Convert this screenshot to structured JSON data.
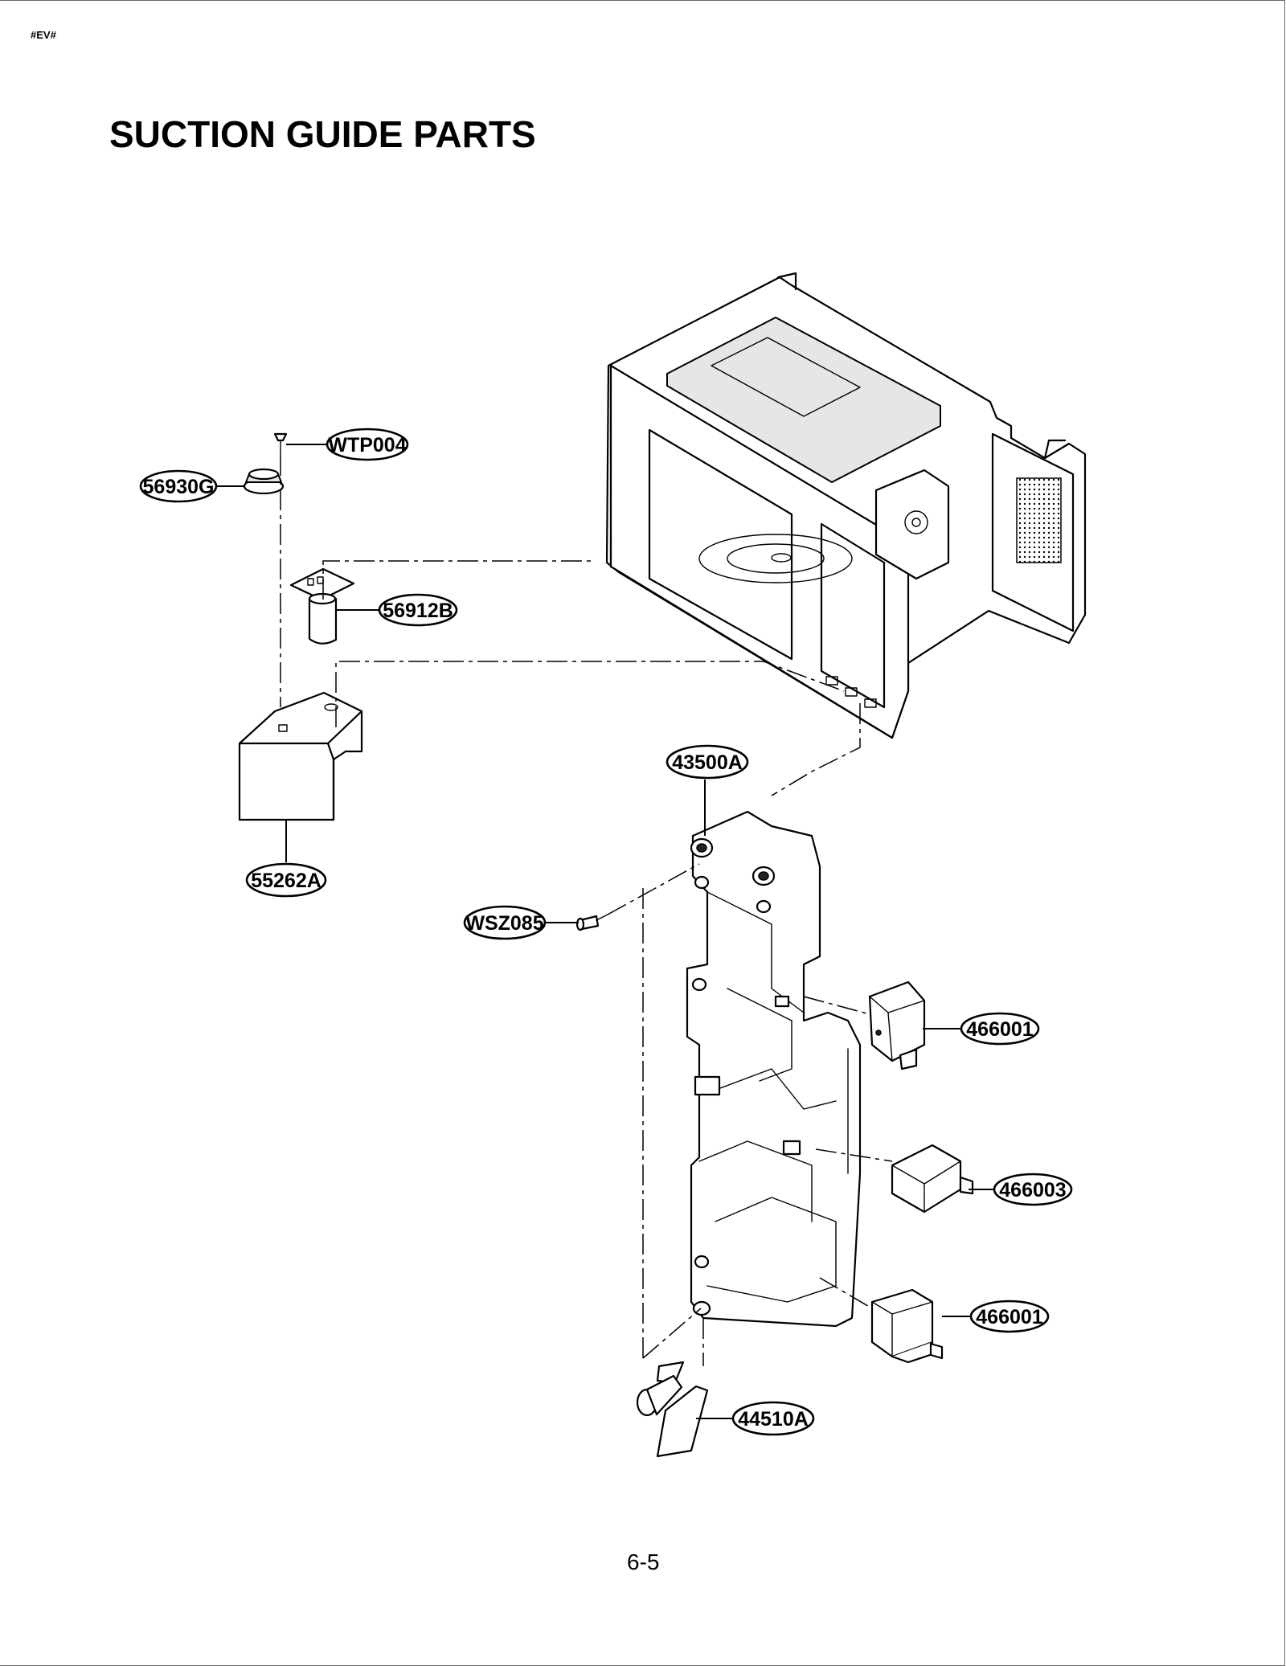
{
  "header": {
    "doc_code": "#EV#",
    "title": "SUCTION GUIDE PARTS"
  },
  "callouts": {
    "wtp004": "WTP004",
    "c56930g": "56930G",
    "c56912b": "56912B",
    "c55262a": "55262A",
    "c43500a": "43500A",
    "wsz085": "WSZ085",
    "c466001_upper": "466001",
    "c466003": "466003",
    "c466001_lower": "466001",
    "c44510a": "44510A"
  },
  "footer": {
    "page_number": "6-5"
  }
}
